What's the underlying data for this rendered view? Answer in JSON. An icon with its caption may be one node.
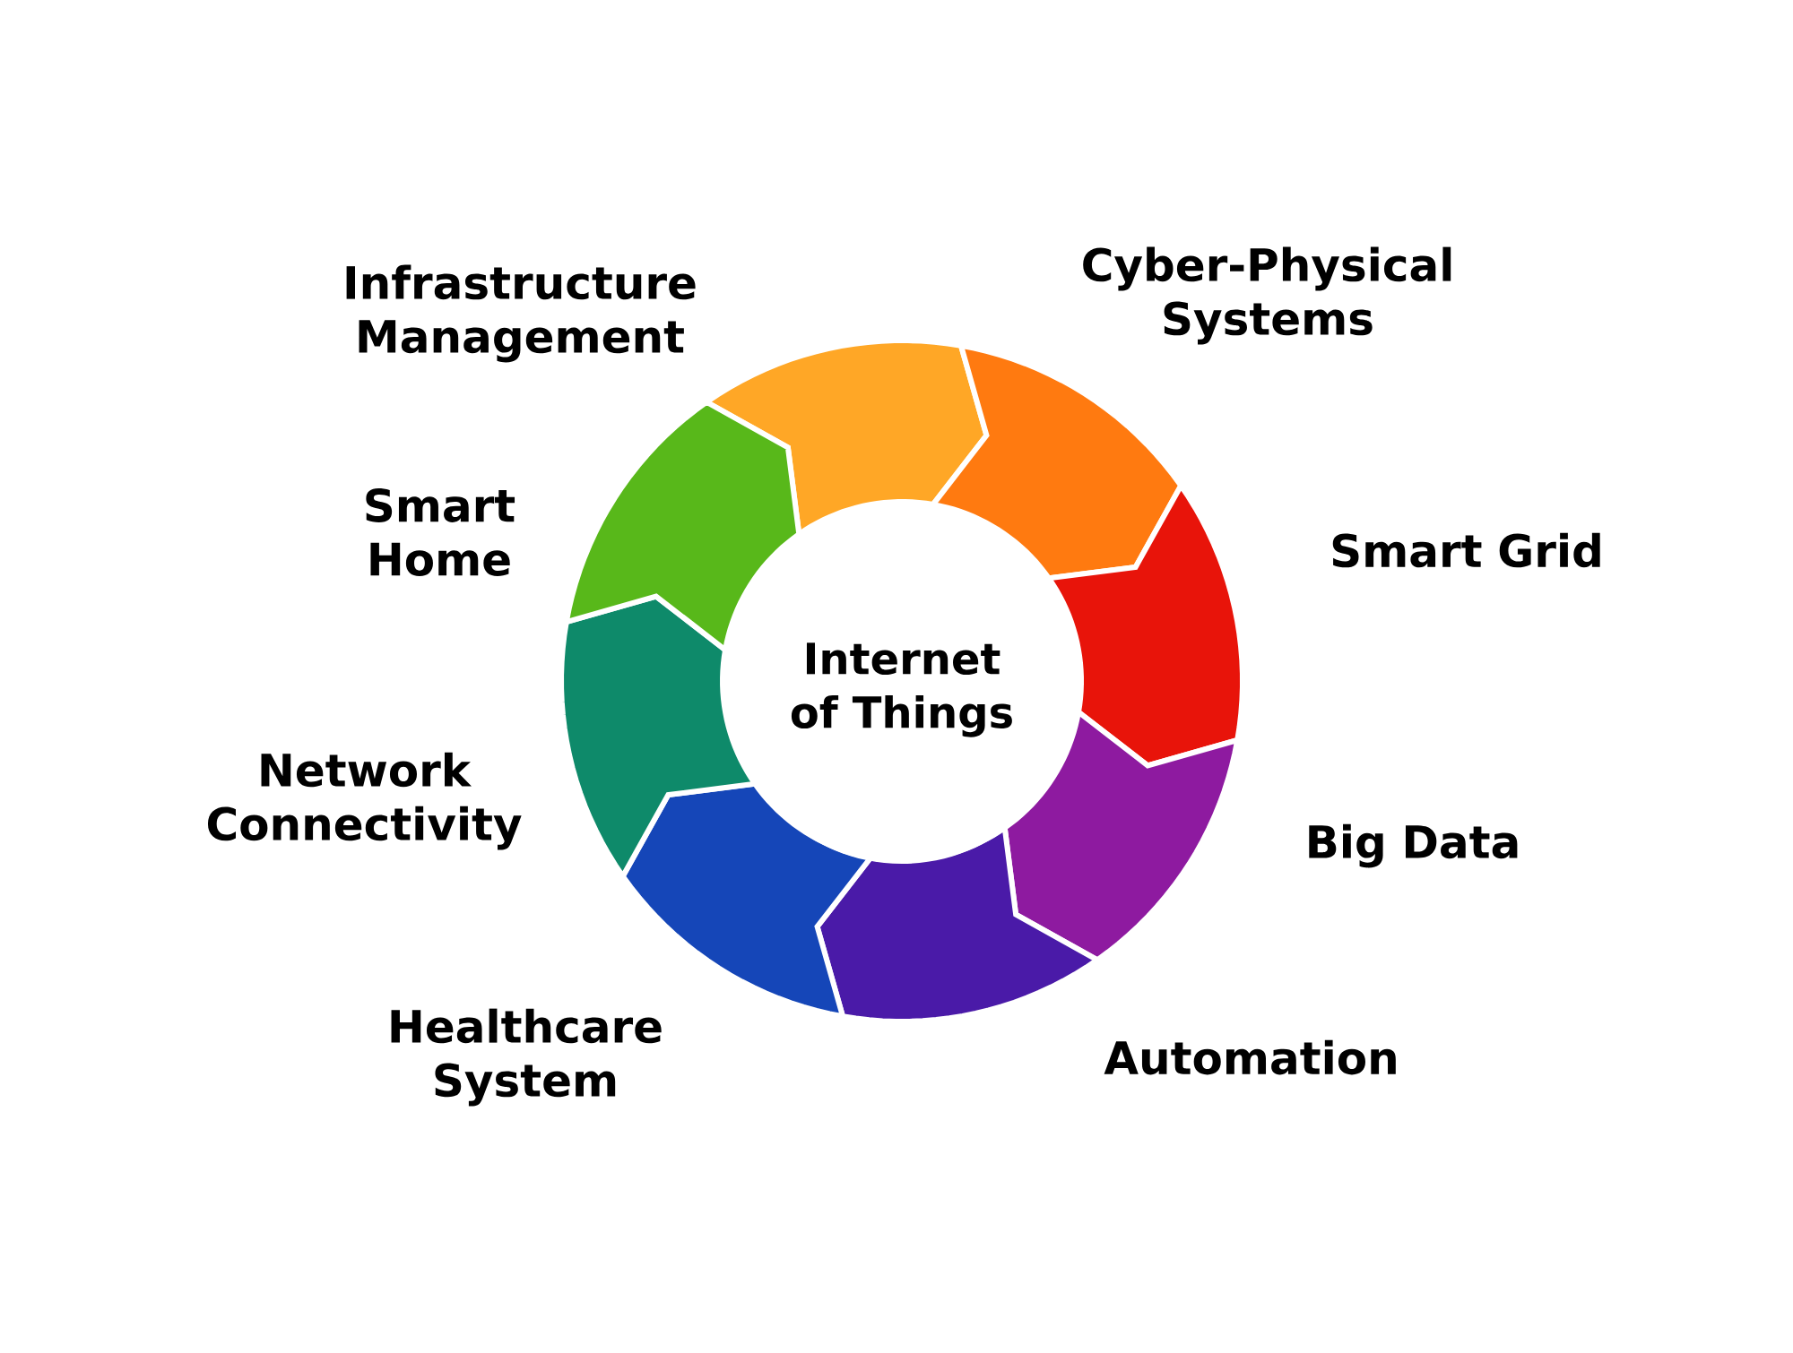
{
  "diagram": {
    "nodes": [
      {
        "text": [
          "Internet of Things"
        ]
      },
      {
        "text": [],
        "shape": "arrow",
        "beside": [
          "Infrastructure Management"
        ]
      },
      {
        "text": [],
        "shape": "arrow",
        "beside": [
          "Cyber-Physical Systems"
        ]
      },
      {
        "text": [],
        "shape": "arrow",
        "beside": [
          "Smart Grid"
        ]
      },
      {
        "text": [],
        "shape": "arrow",
        "beside": [
          "Big Data"
        ]
      },
      {
        "text": [],
        "shape": "arrow",
        "beside": [
          "Automation"
        ]
      },
      {
        "text": [],
        "shape": "arrow",
        "beside": [
          "Healthcare System"
        ]
      },
      {
        "text": [],
        "shape": "arrow",
        "beside": [
          "Network Connectivity"
        ]
      },
      {
        "text": [],
        "shape": "arrow",
        "beside": [
          "Smart Home"
        ]
      }
    ]
  }
}
